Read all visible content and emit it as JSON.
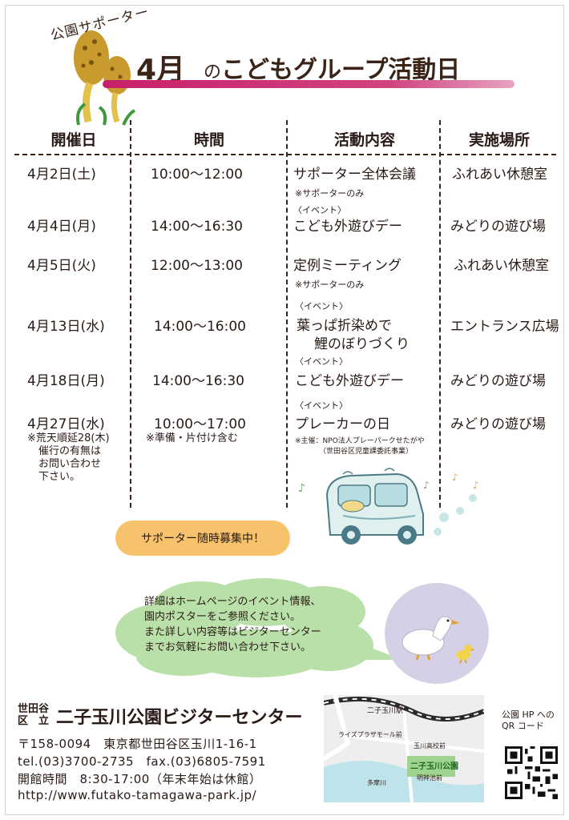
{
  "header": {
    "supporter": "公園サポーター",
    "month": "4月",
    "no": "の",
    "title": "こどもグループ活動日"
  },
  "columns": [
    "開催日",
    "時間",
    "活動内容",
    "実施場所"
  ],
  "rows": [
    {
      "date": "4月2日(土)",
      "time": "10:00〜12:00",
      "activity": "サポーター全体会議",
      "note": "※サポーターのみ",
      "place": "ふれあい休憩室"
    },
    {
      "date": "4月4日(月)",
      "time": "14:00〜16:30",
      "tag": "〈イベント〉",
      "activity": "こども外遊びデー",
      "place": "みどりの遊び場"
    },
    {
      "date": "4月5日(火)",
      "time": "12:00〜13:00",
      "activity": "定例ミーティング",
      "note": "※サポーターのみ",
      "place": "ふれあい休憩室"
    },
    {
      "date": "4月13日(水)",
      "time": "14:00〜16:00",
      "tag": "〈イベント〉",
      "activity": "葉っぱ折染めで",
      "activity2": "鯉のぼりづくり",
      "place": "エントランス広場"
    },
    {
      "date": "4月18日(月)",
      "time": "14:00〜16:30",
      "tag": "〈イベント〉",
      "activity": "こども外遊びデー",
      "place": "みどりの遊び場"
    },
    {
      "date": "4月27日(水)",
      "time": "10:00〜17:00",
      "tag": "〈イベント〉",
      "activity": "プレーカーの日",
      "place": "みどりの遊び場",
      "date_note": [
        "※荒天順延28(木)",
        "催行の有無は",
        "お問い合わせ",
        "下さい。"
      ],
      "time_note": "※準備・片付け含む",
      "org_note": [
        "※主催：NPO法人プレーパークせたがや",
        "（世田谷区児童課委託事業）"
      ]
    }
  ],
  "recruit": "サポーター随時募集中！",
  "info": [
    "詳細はホームページのイベント情報、",
    "園内ポスターをご参照ください。",
    "また詳しい内容等はビジターセンター",
    "までお気軽にお問い合わせ下さい。"
  ],
  "footer": {
    "ward": "世田谷区　立",
    "ward_line1": "世田谷",
    "ward_line2": "区　立",
    "name": "二子玉川公園ビジターセンター",
    "postal": "〒158-0094　東京都世田谷区玉川1-16-1",
    "tel": "tel.(03)3700-2735　fax.(03)6805-7591",
    "hours": "開館時間　8:30-17:00（年末年始は休館）",
    "url": "http://www.futako-tamagawa-park.jp/"
  },
  "map": {
    "station": "二子玉川駅",
    "mall": "ライズプラザモール前",
    "school": "玉川高校前",
    "park": "二子玉川公園",
    "shrine": "明神池前",
    "river": "多摩川"
  },
  "qr": {
    "label1": "公園 HP への",
    "label2": "QR コード"
  },
  "colors": {
    "accent": "#c71f6b",
    "recruit": "#f6c26b",
    "cloud": "#b9e0a8",
    "text": "#2a1a16"
  }
}
